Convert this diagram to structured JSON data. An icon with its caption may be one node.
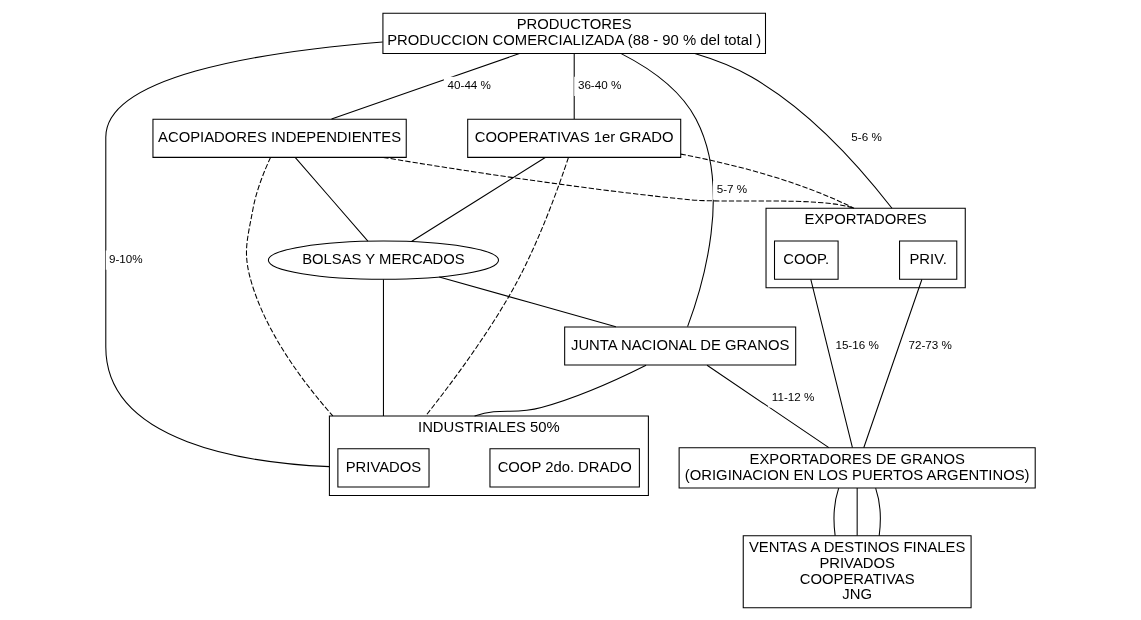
{
  "diagram": {
    "nodes": [
      {
        "text": [
          "PRODUCTORES",
          "PRODUCCION COMERCIALIZADA (88 - 90 % del total )"
        ]
      },
      {
        "text": [
          "ACOPIADORES INDEPENDIENTES"
        ]
      },
      {
        "text": [
          "COOPERATIVAS 1er GRADO"
        ]
      },
      {
        "text": [
          "BOLSAS Y MERCADOS"
        ]
      },
      {
        "text": [
          "JUNTA NACIONAL DE GRANOS"
        ]
      },
      {
        "text": [
          "INDUSTRIALES 50%"
        ]
      },
      {
        "text": [
          "PRIVADOS"
        ],
        "in": 5
      },
      {
        "text": [
          "COOP 2do. DRADO"
        ],
        "in": 5
      },
      {
        "text": [
          "EXPORTADORES"
        ]
      },
      {
        "text": [
          "PRIV."
        ],
        "in": 8
      },
      {
        "text": [
          "COOP."
        ],
        "in": 8
      },
      {
        "text": [
          "EXPORTADORES DE GRANOS",
          "(ORIGINACION EN LOS PUERTOS ARGENTINOS)"
        ]
      },
      {
        "text": [
          "VENTAS A DESTINOS FINALES",
          "PRIVADOS",
          "COOPERATIVAS",
          "JNG"
        ]
      }
    ],
    "edges": [
      {
        "from": 0,
        "to": 5,
        "arrow": "none",
        "label": "9-10%"
      },
      {
        "from": 0,
        "to": 1,
        "arrow": "none",
        "label": "40-44 %"
      },
      {
        "from": 0,
        "to": 2,
        "arrow": "none",
        "label": "36-40 %"
      },
      {
        "from": 0,
        "to": 8,
        "arrow": "none",
        "label": "5-6 %"
      },
      {
        "from": 0,
        "to": 4,
        "arrow": "none",
        "label": "5-7 %"
      },
      {
        "from": 1,
        "to": 3,
        "arrow": "none"
      },
      {
        "from": 2,
        "to": 3,
        "arrow": "none"
      },
      {
        "from": 1,
        "to": 5,
        "arrow": "none",
        "style": "dashed"
      },
      {
        "from": 1,
        "to": 8,
        "arrow": "none",
        "style": "dashed"
      },
      {
        "from": 2,
        "to": 5,
        "arrow": "none",
        "style": "dashed"
      },
      {
        "from": 2,
        "to": 8,
        "arrow": "none",
        "style": "dashed"
      },
      {
        "from": 3,
        "to": 5,
        "arrow": "none"
      },
      {
        "from": 3,
        "to": 4,
        "arrow": "none"
      },
      {
        "from": 4,
        "to": 5,
        "arrow": "none"
      },
      {
        "from": 9,
        "to": 11,
        "arrow": "none",
        "label": "72-73 %"
      },
      {
        "from": 10,
        "to": 11,
        "arrow": "none",
        "label": "15-16 %"
      },
      {
        "from": 4,
        "to": 11,
        "arrow": "none",
        "label": "11-12 %"
      },
      {
        "from": 11,
        "to": 12,
        "arrow": "none"
      },
      {
        "from": 11,
        "to": 12,
        "arrow": "none"
      },
      {
        "from": 11,
        "to": 12,
        "arrow": "none"
      }
    ]
  }
}
